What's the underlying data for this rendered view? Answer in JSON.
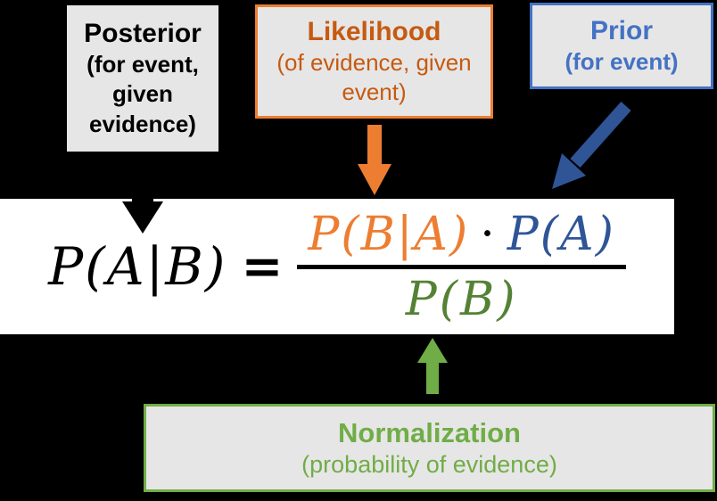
{
  "theme": {
    "bg": "#000000",
    "band": "#FFFFFF",
    "box-fill": "#E7E6E6",
    "ink": "#000000",
    "orange": "#ED7D31",
    "orange-dark": "#C55A11",
    "blue": "#4472C4",
    "blue-dark": "#2F5597",
    "green": "#70AD47",
    "green-dark": "#548235"
  },
  "boxes": {
    "posterior": {
      "title": "Posterior",
      "lines": [
        "(for event,",
        "given",
        "evidence)"
      ]
    },
    "likelihood": {
      "title": "Likelihood",
      "lines": [
        "(of evidence, given",
        "event)"
      ]
    },
    "prior": {
      "title": "Prior",
      "lines": [
        "(for event)"
      ]
    },
    "normalization": {
      "title": "Normalization",
      "lines": [
        "(probability of evidence)"
      ]
    }
  },
  "formula": {
    "lhs": "P(A|B)",
    "equals": "=",
    "numerator_likelihood": "P(B|A)",
    "dot": "·",
    "numerator_prior": "P(A)",
    "denominator": "P(B)"
  },
  "arrows": {
    "posterior": {
      "direction": "down",
      "color": "#000000"
    },
    "likelihood": {
      "direction": "down",
      "color": "#ED7D31"
    },
    "prior": {
      "direction": "down-left-diagonal",
      "color": "#2F5597"
    },
    "normalization": {
      "direction": "up",
      "color": "#70AD47"
    }
  }
}
